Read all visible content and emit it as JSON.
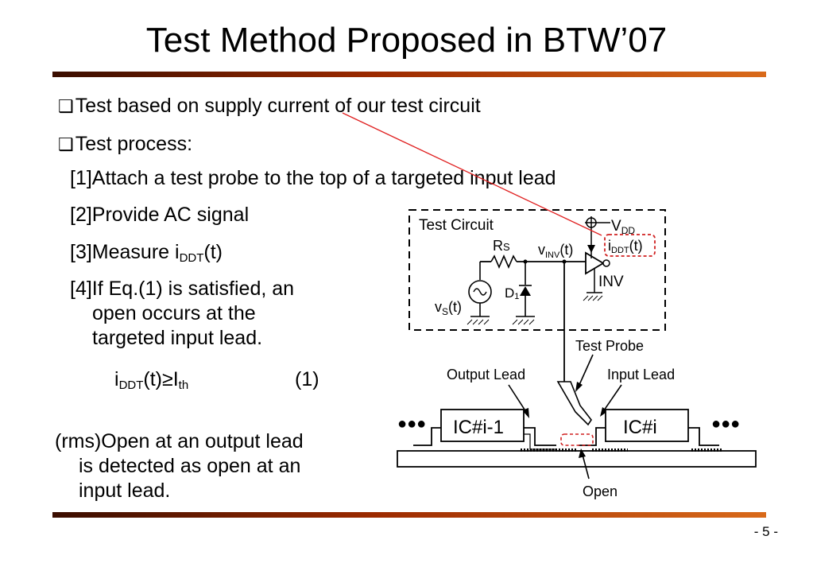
{
  "slide": {
    "title": "Test Method Proposed in BTW’07",
    "page_number": "- 5 -"
  },
  "bullets": {
    "b1": "Test based on supply current of our test circuit",
    "b2": "Test process:"
  },
  "steps": {
    "s1": "[1]Attach a test probe to the top of a targeted input lead",
    "s2": "[2]Provide AC signal",
    "s3_pre": "[3]Measure i",
    "s3_sub": "DDT",
    "s3_post": "(t)",
    "s4_l1": "[4]If Eq.(1) is satisfied, an",
    "s4_l2": "open occurs at the",
    "s4_l3": "targeted input lead."
  },
  "equation": {
    "lhs": "i",
    "lhs_sub": "DDT",
    "mid": "(t)≥I",
    "rhs_sub": "th",
    "number": "(1)"
  },
  "note": {
    "l1": "(rms)Open at an output lead",
    "l2": "is detected as open at an",
    "l3": "input lead."
  },
  "diagram": {
    "test_circuit": "Test Circuit",
    "vdd": "V",
    "vdd_sub": "DD",
    "rs": "R",
    "rs_sub": "S",
    "vinv": "v",
    "vinv_sub": "INV",
    "vinv_post": "(t)",
    "iddt": "i",
    "iddt_sub": "DDT",
    "iddt_post": "(t)",
    "inv": "INV",
    "d1": "D",
    "d1_sub": "1",
    "vs": "v",
    "vs_sub": "S",
    "vs_post": "(t)",
    "test_probe": "Test Probe",
    "output_lead": "Output Lead",
    "input_lead": "Input Lead",
    "ic_left": "IC#i-1",
    "ic_right": "IC#i",
    "open": "Open",
    "dots_left": "●●●",
    "dots_right": "●●●"
  },
  "colors": {
    "rule_dark": "#3a0d00",
    "rule_light": "#d96a1a",
    "pointer_line": "#e02020",
    "highlight_dash": "#d02020"
  }
}
